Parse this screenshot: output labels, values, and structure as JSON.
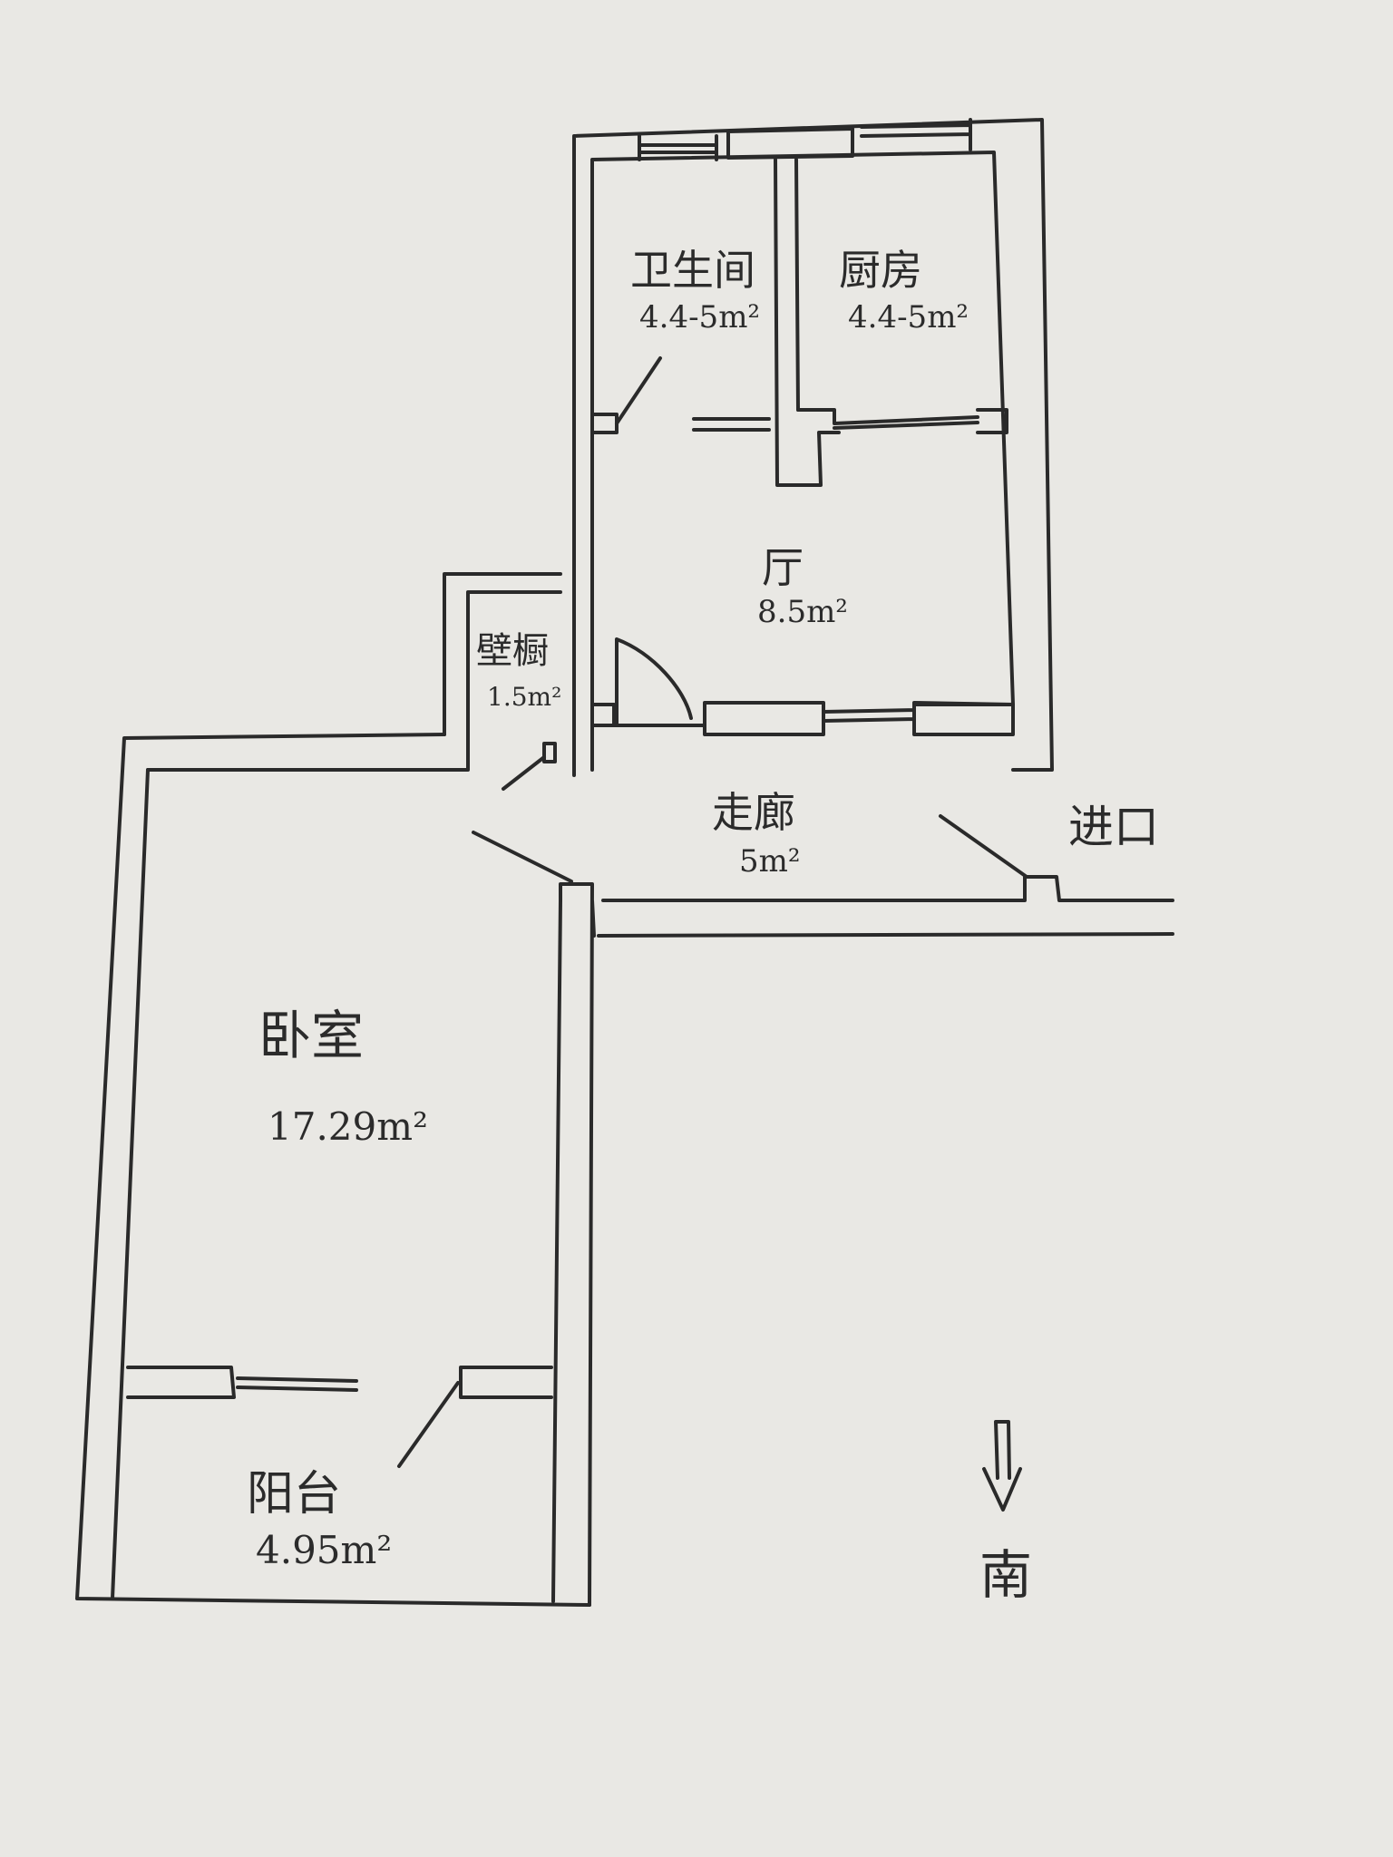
{
  "plan": {
    "rooms": [
      {
        "id": "bathroom",
        "name": "卫生间",
        "area": "4.4-5m²"
      },
      {
        "id": "kitchen",
        "name": "厨房",
        "area": "4.4-5m²"
      },
      {
        "id": "living",
        "name": "厅",
        "area": "8.5m²"
      },
      {
        "id": "closet",
        "name": "壁橱",
        "area": "1.5m²"
      },
      {
        "id": "corridor",
        "name": "走廊",
        "area": "5m²"
      },
      {
        "id": "bedroom",
        "name": "卧室",
        "area": "17.29m²"
      },
      {
        "id": "balcony",
        "name": "阳台",
        "area": "4.95m²"
      }
    ],
    "entrance_label": "进口",
    "compass_label": "南",
    "ink_color": "#2a2a2a",
    "paper_color": "#e9e8e4"
  }
}
